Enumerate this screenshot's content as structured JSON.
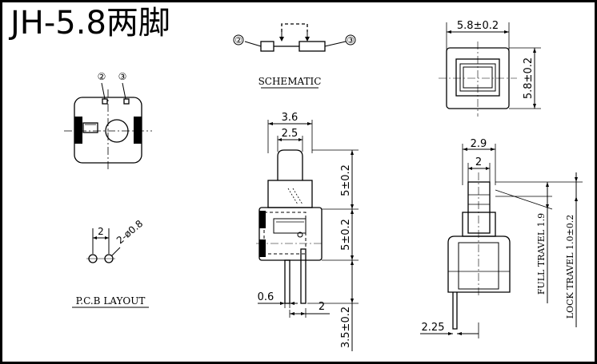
{
  "title": "JH-5.8两脚",
  "schematic": {
    "label": "SCHEMATIC",
    "pin_left": "②",
    "pin_right": "③"
  },
  "top_view": {
    "pin_a": "②",
    "pin_b": "③"
  },
  "pcb": {
    "label": "P.C.B LAYOUT",
    "spacing": "2",
    "holes": "2-ø0.8"
  },
  "side_view": {
    "width_outer": "3.6",
    "width_inner": "2.5",
    "height_upper": "5±0.2",
    "height_middle": "5±0.2",
    "height_lower": "3.5±0.2",
    "pin_width": "0.6",
    "pin_spacing": "2"
  },
  "body_view": {
    "width": "5.8±0.2",
    "height": "5.8±0.2"
  },
  "front_view": {
    "width_outer": "2.9",
    "width_inner": "2",
    "pin_offset": "2.25",
    "full_travel": "FULL TRAVEL 1.9",
    "lock_travel": "LOCK TRAVEL 1.0±0.2"
  }
}
